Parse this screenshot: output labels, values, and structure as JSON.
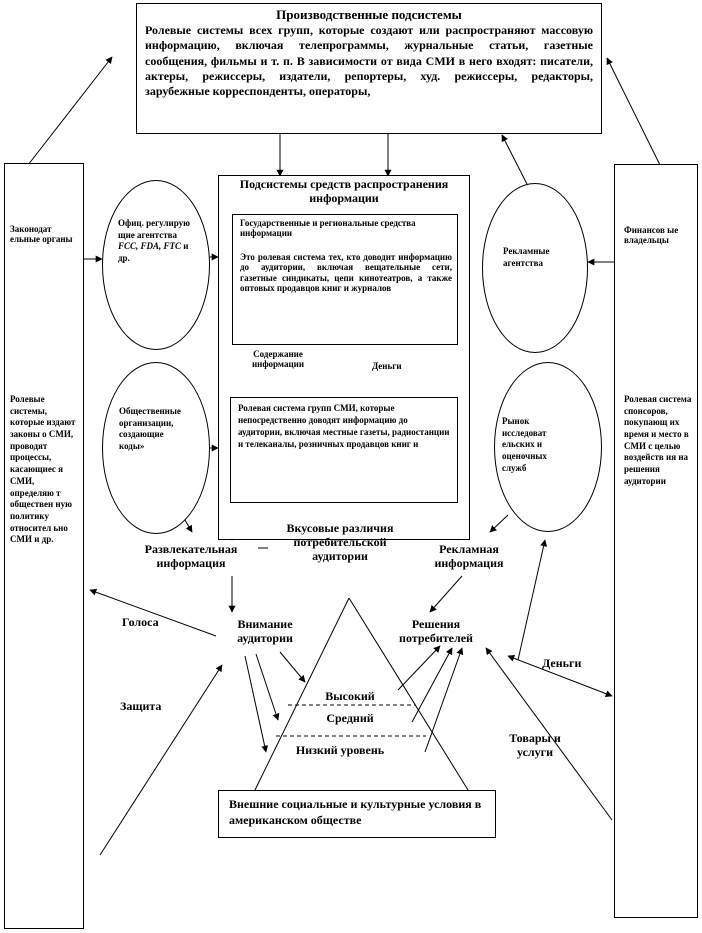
{
  "production": {
    "title": "Производственные подсистемы",
    "body": "Ролевые системы всех групп, которые создают или распространяют массовую информацию, включая телепрограммы, журнальные статьи, газетные сообщения, фильмы и т. п. В зависимости от вида СМИ в него входят: писатели, актеры, режиссеры, издатели, репортеры, худ. режиссеры, редакторы, зарубежные корреспонденты, операторы,"
  },
  "distribution": {
    "title": "Подсистемы средств распространения информации",
    "gov_title": "Государственные и региональные средства информации",
    "gov_body": "Это ролевая система тех, кто доводит информацию до аудитории, включая вещательные сети, газетные синдикаты, цепи кинотеатров, а также оптовых продавцов книг и журналов",
    "content_label": "Содержание информации",
    "money_label": "Деньги",
    "local_body": "Ролевая система групп СМИ, которые непосредственно доводят информацию до аудитории, включая местные газеты, радиостанции и телеканалы, розничных продавцов книг и"
  },
  "left_column": {
    "legislators": "Законодат ельные органы",
    "roles": "Ролевые системы, которые издают законы о СМИ, проводят процессы, касающиес я СМИ, определяю т обществен ную политику относител ьно СМИ и др."
  },
  "right_column": {
    "financial": "Финансов ые владельцы",
    "sponsors": "Ролевая система спонсоров, покупающ их время и место в СМИ с целью воздейств ия на решения аудитории"
  },
  "ellipses": {
    "regulators_prefix": "Офиц. регулирую щие агентства",
    "regulators_agencies": "FCC, FDA, FTC",
    "regulators_suffix": "и др.",
    "public_orgs": "Общественные организации, создающие коды»",
    "ad_agencies": "Рекламные агентства",
    "market_research": "Рынок исследоват ельских и оценочных служб"
  },
  "flow": {
    "entertainment": "Развлекательная информация",
    "tastes": "Вкусовые различия потребительской аудитории",
    "advertising": "Рекламная информация",
    "votes": "Голоса",
    "attention": "Внимание аудитории",
    "decisions": "Решения потребителей",
    "money": "Деньги",
    "protection": "Защита",
    "goods": "Товары и услуги"
  },
  "pyramid": {
    "high": "Высокий",
    "middle": "Средний",
    "low": "Низкий уровень"
  },
  "external": "Внешние социальные и культурные условия в американском обществе"
}
